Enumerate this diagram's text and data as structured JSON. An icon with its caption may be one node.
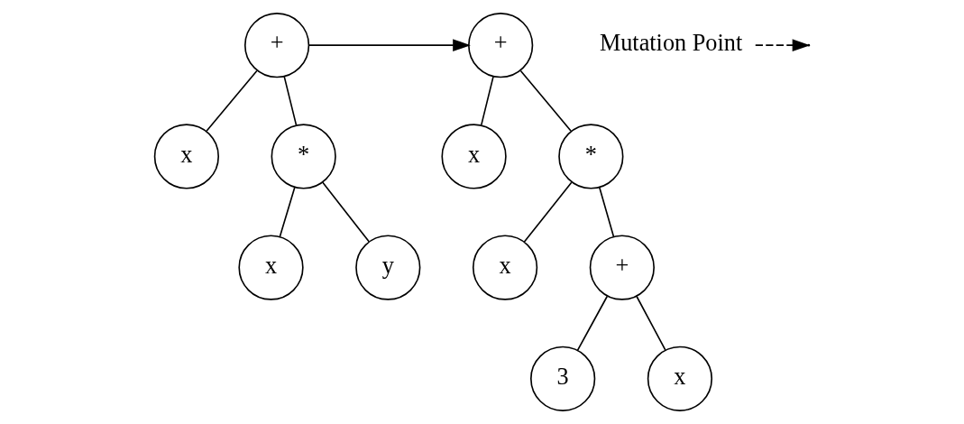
{
  "diagram": {
    "nodes": [
      {
        "text": [
          "+"
        ]
      },
      {
        "text": [
          "x"
        ]
      },
      {
        "text": [
          "*"
        ]
      },
      {
        "text": [
          "x"
        ]
      },
      {
        "text": [
          "y"
        ]
      },
      {
        "text": [
          "Mutation Point"
        ]
      },
      {
        "text": [
          "+"
        ]
      },
      {
        "text": [
          "x"
        ]
      },
      {
        "text": [
          "*"
        ]
      },
      {
        "text": [
          "x"
        ]
      },
      {
        "text": [
          "+"
        ]
      },
      {
        "text": [
          "3"
        ]
      },
      {
        "text": [
          "x"
        ]
      }
    ],
    "edges": [
      {
        "from": 0,
        "to": 1,
        "arrow": "none"
      },
      {
        "from": 0,
        "to": 2,
        "arrow": "none"
      },
      {
        "from": 2,
        "to": 3,
        "arrow": "none"
      },
      {
        "from": 2,
        "to": 4,
        "arrow": "none"
      },
      {
        "from": 5,
        "to": null,
        "arrow": "to",
        "style": "dashed"
      },
      {
        "from": 0,
        "to": 6,
        "arrow": "to"
      },
      {
        "from": 6,
        "to": 7,
        "arrow": "none"
      },
      {
        "from": 6,
        "to": 8,
        "arrow": "none"
      },
      {
        "from": 8,
        "to": 9,
        "arrow": "none"
      },
      {
        "from": 8,
        "to": 10,
        "arrow": "none"
      },
      {
        "from": 10,
        "to": 11,
        "arrow": "none"
      },
      {
        "from": 10,
        "to": 12,
        "arrow": "none"
      }
    ]
  }
}
